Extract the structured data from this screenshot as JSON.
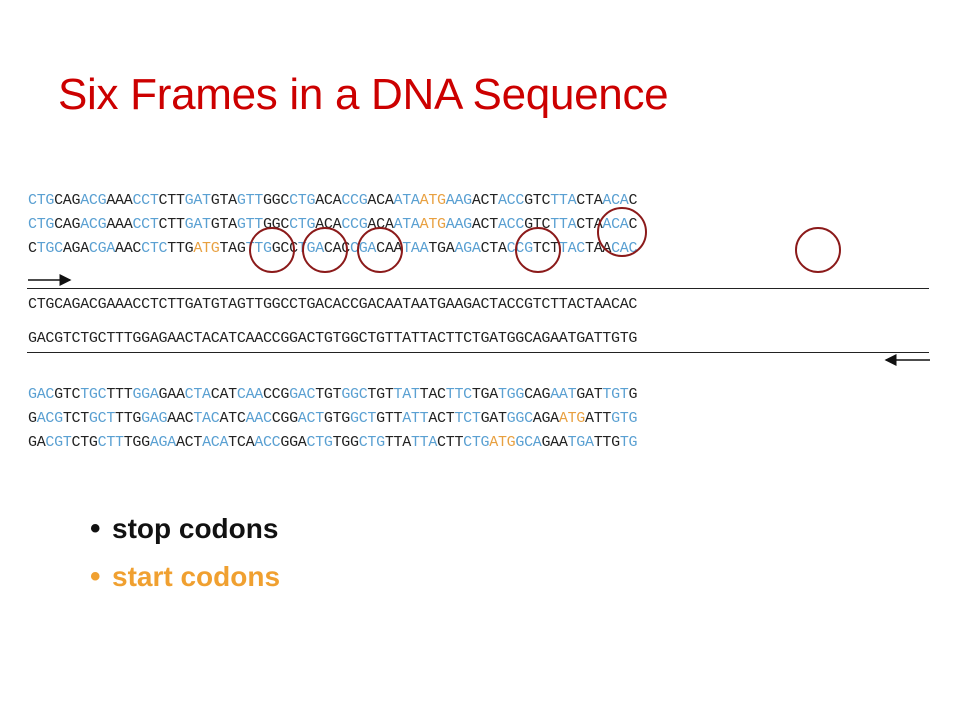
{
  "slide": {
    "title": "Six Frames in a DNA Sequence",
    "forward_frames": [
      "CTGCAGACGAAACCTCTTGATGTAGTTGGCCTGACACCGACAATAATGAAGACTACCGTCTTACTAACAC",
      "CTGCAGACGAAACCTCTTGATGTAGTTGGCCTGACACCGACAATAATGAAGACTACCGTCTTACTAACAC",
      "CTGCAGACGAAACCTCTTGATGTAGTTGGCCTGACACCGACAATAATGAAGACTACCGTCTTACTAACAC"
    ],
    "forward_strand": "CTGCAGACGAAACCTCTTGATGTAGTTGGCCTGACACCGACAATAATGAAGACTACCGTCTTACTAACAC",
    "reverse_strand": "GACGTCTGCTTTGGAGAACTACATCAACCGGACTGTGGCTGTTATTACTTCTGATGGCAGAATGATTGTG",
    "reverse_frames": [
      "GACGTCTGCTTTGGAGAACTACATCAACCGGACTGTGGCTGTTATTACTTCTGATGGCAGAATGATTGTG",
      "GACGTCTGCTTTGGAGAACTACATCAACCGGACTGTGGCTGTTATTACTTCTGATGGCAGAATGATTGTG",
      "GACGTCTGCTTTGGAGAACTACATCAACCGGACTGTGGCTGTTATTACTTCTGATGGCAGAATGATTGTG"
    ],
    "legend": [
      {
        "label": "stop codons",
        "color": "#111111"
      },
      {
        "label": "start codons",
        "color": "#f0a030"
      }
    ],
    "colors": {
      "title": "#cc0000",
      "alt_codon": "#5aa0d2",
      "base_codon": "#222222",
      "start_codon": "#e8a040",
      "circle": "#8b1a1a"
    }
  }
}
